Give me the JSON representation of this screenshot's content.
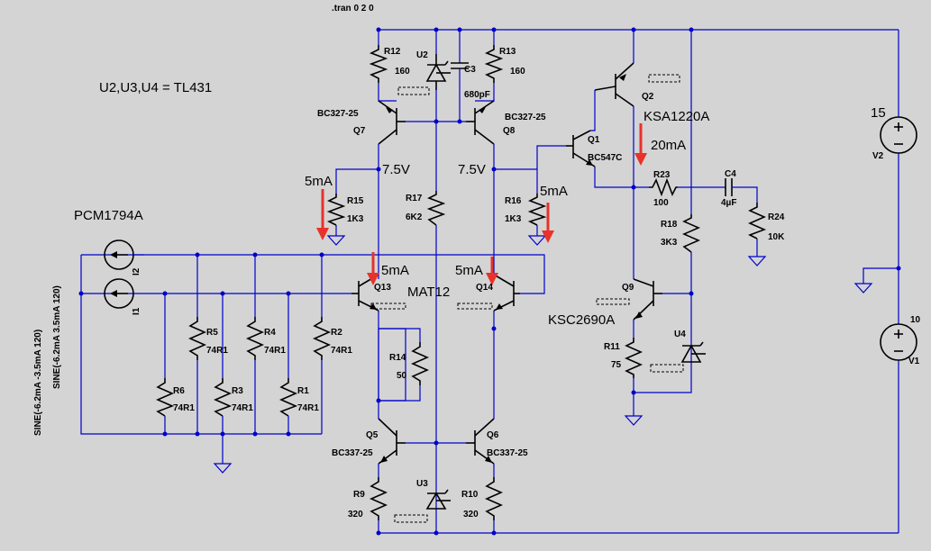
{
  "directive": ".tran 0 2 0",
  "note_tl431": "U2,U3,U4 = TL431",
  "annotations": {
    "pcm": "PCM1794A",
    "mat12": "MAT12",
    "ksa": "KSA1220A",
    "ksc": "KSC2690A",
    "i20": "20mA",
    "i5_left": "5mA",
    "i5_right": "5mA",
    "i5_q13": "5mA",
    "i5_q14": "5mA",
    "v_left": "7.5V",
    "v_right": "7.5V"
  },
  "sources": {
    "i1_name": "I1",
    "i2_name": "I2",
    "i1_value": "SINE(-6.2mA 3.5mA 120)",
    "i2_value": "SINE(-6.2mA -3.5mA 120)",
    "v1_name": "V1",
    "v1_value": "10",
    "v2_name": "V2",
    "v2_value": "15"
  },
  "components": {
    "r12": "R12",
    "r12v": "160",
    "r13": "R13",
    "r13v": "160",
    "u2": "U2",
    "c3": "C3",
    "c3v": "680pF",
    "q7": "Q7",
    "q7t": "BC327-25",
    "q8": "Q8",
    "q8t": "BC327-25",
    "r15": "R15",
    "r15v": "1K3",
    "r16": "R16",
    "r16v": "1K3",
    "r17": "R17",
    "r17v": "6K2",
    "q13": "Q13",
    "q14": "Q14",
    "r14": "R14",
    "r14v": "50",
    "q5": "Q5",
    "q5t": "BC337-25",
    "q6": "Q6",
    "q6t": "BC337-25",
    "r9": "R9",
    "r9v": "320",
    "r10": "R10",
    "r10v": "320",
    "u3": "U3",
    "q1": "Q1",
    "q1t": "BC547C",
    "q2": "Q2",
    "r23": "R23",
    "r23v": "100",
    "c4": "C4",
    "c4v": "4µF",
    "r24": "R24",
    "r24v": "10K",
    "r18": "R18",
    "r18v": "3K3",
    "q9": "Q9",
    "r11": "R11",
    "r11v": "75",
    "u4": "U4",
    "r1": "R1",
    "r2": "R2",
    "r3": "R3",
    "r4": "R4",
    "r5": "R5",
    "r6": "R6",
    "rv": "74R1"
  },
  "colors": {
    "wire": "#0000cc",
    "background": "#d4d4d4",
    "arrow": "#e8322b"
  }
}
